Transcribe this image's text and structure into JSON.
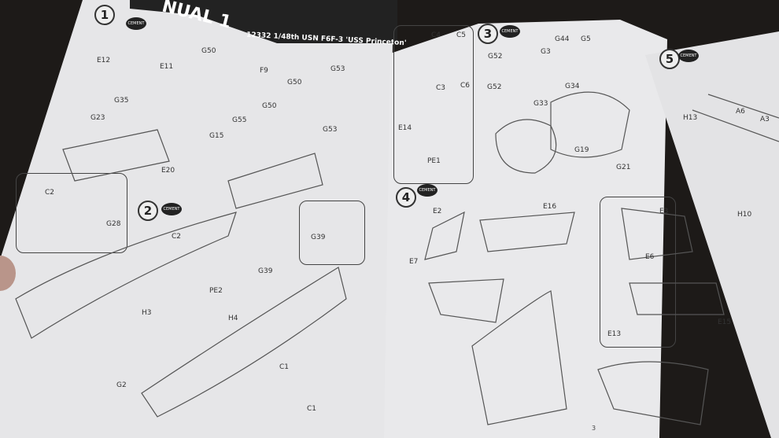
{
  "manual": {
    "title": "NUAL 1",
    "subtitle": "12332 1/48th USN F6F-3 'USS Princeton'",
    "page_number": "3"
  },
  "steps": [
    "1",
    "2",
    "3",
    "4",
    "5"
  ],
  "cement_label": "CEMENT",
  "part_labels_left": [
    "E12",
    "E11",
    "G50",
    "F9",
    "G50",
    "G53",
    "G35",
    "G23",
    "G50",
    "G55",
    "G15",
    "G53",
    "E20",
    "C2",
    "G28",
    "C2",
    "G39",
    "G39",
    "PE2",
    "H3",
    "H4",
    "C1",
    "G2",
    "C1"
  ],
  "part_labels_right": [
    "C4",
    "C5",
    "C3",
    "C6",
    "E14",
    "PE1",
    "G44",
    "G3",
    "G5",
    "G52",
    "G52",
    "G34",
    "G33",
    "G19",
    "G21",
    "E16",
    "E2",
    "E7",
    "E3",
    "E6",
    "E13",
    "E15",
    "H13",
    "A6",
    "A3",
    "H10"
  ]
}
